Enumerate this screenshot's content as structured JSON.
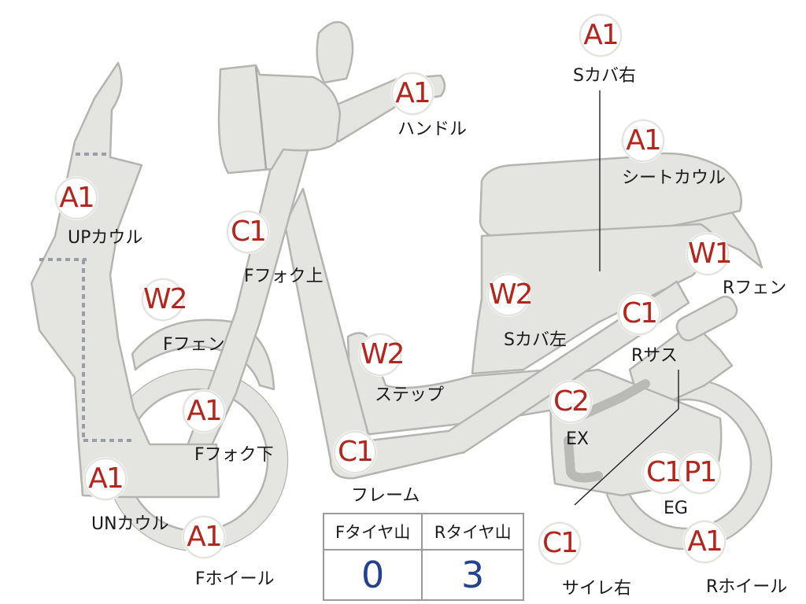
{
  "parts": [
    {
      "id": "s-cover-right",
      "grade": "A1",
      "label": "Sカバ右"
    },
    {
      "id": "handle",
      "grade": "A1",
      "label": "ハンドル"
    },
    {
      "id": "seat-cowl",
      "grade": "A1",
      "label": "シートカウル"
    },
    {
      "id": "up-cowl",
      "grade": "A1",
      "label": "UPカウル"
    },
    {
      "id": "f-fork-upper",
      "grade": "C1",
      "label": "Fフォク上"
    },
    {
      "id": "r-fender",
      "grade": "W1",
      "label": "Rフェン"
    },
    {
      "id": "f-fender",
      "grade": "W2",
      "label": "Fフェン"
    },
    {
      "id": "s-cover-left",
      "grade": "W2",
      "label": "Sカバ左"
    },
    {
      "id": "r-suspension",
      "grade": "C1",
      "label": "Rサス"
    },
    {
      "id": "step",
      "grade": "W2",
      "label": "ステップ"
    },
    {
      "id": "f-fork-lower",
      "grade": "A1",
      "label": "Fフォク下"
    },
    {
      "id": "exhaust",
      "grade": "C2",
      "label": "EX"
    },
    {
      "id": "frame",
      "grade": "C1",
      "label": "フレーム"
    },
    {
      "id": "engine-c1",
      "grade": "C1",
      "label": "EG"
    },
    {
      "id": "engine-p1",
      "grade": "P1",
      "label": ""
    },
    {
      "id": "un-cowl",
      "grade": "A1",
      "label": "UNカウル"
    },
    {
      "id": "f-wheel",
      "grade": "A1",
      "label": "Fホイール"
    },
    {
      "id": "silencer-right",
      "grade": "C1",
      "label": "サイレ右"
    },
    {
      "id": "r-wheel",
      "grade": "A1",
      "label": "Rホイール"
    }
  ],
  "tire_tread": {
    "front_header": "Fタイヤ山",
    "rear_header": "Rタイヤ山",
    "front_value": "0",
    "rear_value": "3"
  },
  "colors": {
    "grade_text": "#b3261e",
    "tread_value": "#22418f",
    "body_fill": "#e4e4e1"
  }
}
